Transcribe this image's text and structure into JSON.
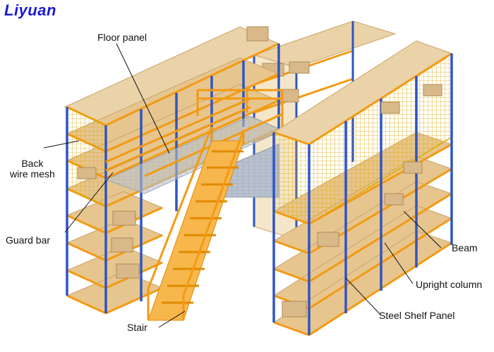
{
  "brand": "Liyuan",
  "labels": {
    "floor_panel": "Floor panel",
    "back_wire_mesh_line1": "Back",
    "back_wire_mesh_line2": "wire mesh",
    "guard_bar": "Guard bar",
    "stair": "Stair",
    "beam": "Beam",
    "upright_column": "Upright column",
    "steel_shelf_panel": "Steel Shelf Panel"
  },
  "colors": {
    "upright": "#2f55c4",
    "beam": "#f39a12",
    "shelf": "#e6c58f",
    "shelf_edge": "#c9a36a",
    "mesh": "#f2c21c",
    "floor": "#b8c2cf",
    "stair": "#f39a12",
    "box": "#d9b98a",
    "brand": "#1a1ad6"
  }
}
